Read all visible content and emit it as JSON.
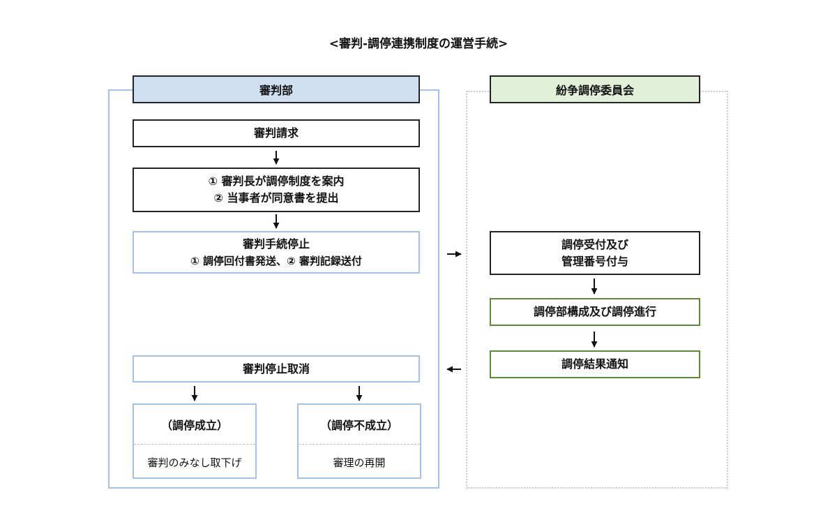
{
  "title": "<審判-調停連携制度の運営手続>",
  "left_panel": {
    "header": "審判部",
    "request": "審判請求",
    "steps_line1": "① 審判長が調停制度を案内",
    "steps_line2": "② 当事者が同意書を提出",
    "suspend_line1": "審判手続停止",
    "suspend_line2": "① 調停回付書発送、② 審判記録送付",
    "cancel": "審判停止取消",
    "success_title": "（調停成立）",
    "success_detail": "審判のみなし取下げ",
    "failure_title": "（調停不成立）",
    "failure_detail": "審理の再開"
  },
  "right_panel": {
    "header": "紛争調停委員会",
    "receive_line1": "調停受付及び",
    "receive_line2": "管理番号付与",
    "process": "調停部構成及び調停進行",
    "notify": "調停結果通知"
  },
  "colors": {
    "left_header_bg": "#cfdff0",
    "right_header_bg": "#e2efd9",
    "blue_border": "#a6c2e3",
    "green_border": "#5a8a3a",
    "dotted_border": "#c9c9c9"
  }
}
